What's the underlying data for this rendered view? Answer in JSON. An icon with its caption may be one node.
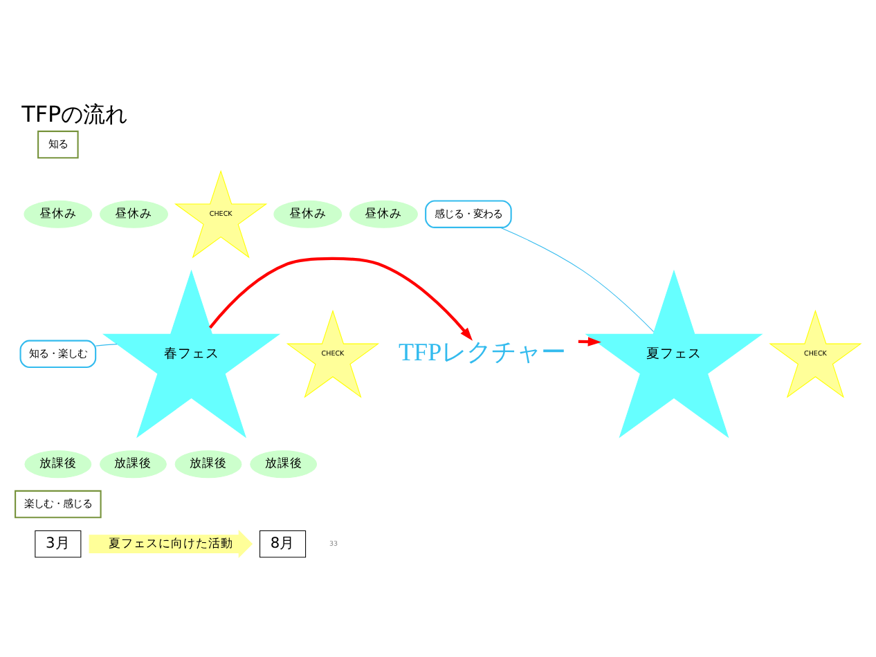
{
  "diagram": {
    "title": "TFPの流れ",
    "nodes": [
      {
        "text": [
          "春フェス"
        ]
      },
      {
        "text": [
          "TFPレクチャー"
        ]
      },
      {
        "text": [
          "夏フェス"
        ]
      },
      {
        "text": [
          "昼休み"
        ]
      },
      {
        "text": [
          "昼休み"
        ]
      },
      {
        "text": [
          "昼休み"
        ]
      },
      {
        "text": [
          "昼休み"
        ]
      },
      {
        "text": [
          "放課後"
        ]
      },
      {
        "text": [
          "放課後"
        ]
      },
      {
        "text": [
          "放課後"
        ]
      },
      {
        "text": [
          "放課後"
        ]
      },
      {
        "text": [
          "知る"
        ]
      },
      {
        "text": [
          "楽しむ・感じる"
        ]
      },
      {
        "text": [
          "知る・楽しむ"
        ]
      },
      {
        "text": [
          "感じる・変わる"
        ]
      },
      {
        "text": [
          "CHECK"
        ]
      },
      {
        "text": [
          "CHECK"
        ]
      },
      {
        "text": [
          "CHECK"
        ]
      },
      {
        "text": [
          "3月"
        ]
      },
      {
        "text": [
          "夏フェスに向けた活動"
        ]
      },
      {
        "text": [
          "8月"
        ]
      }
    ],
    "edges": [
      {
        "from": 0,
        "to": 1,
        "arrow": "to",
        "color": "#ff0000",
        "style": "thick"
      },
      {
        "from": 1,
        "to": 2,
        "arrow": "to",
        "color": "#ff0000",
        "style": "thick"
      },
      {
        "from": 13,
        "to": 0,
        "arrow": "none",
        "color": "#33bbee"
      },
      {
        "from": 14,
        "to": 2,
        "arrow": "none",
        "color": "#33bbee"
      }
    ],
    "labels": [
      "33"
    ]
  }
}
